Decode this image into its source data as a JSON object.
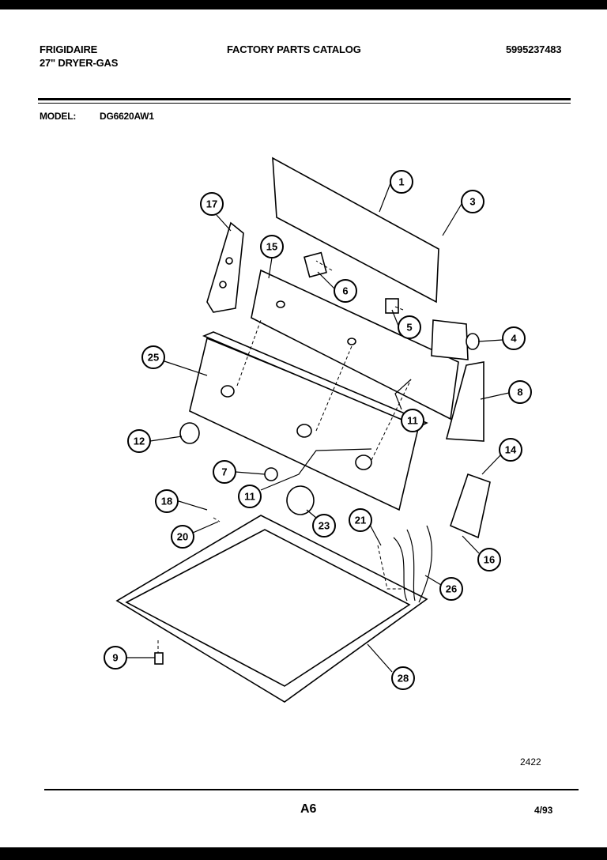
{
  "header": {
    "brand": "FRIGIDAIRE",
    "product": "27\" DRYER-GAS",
    "catalog_title": "FACTORY PARTS CATALOG",
    "catalog_number": "5995237483",
    "model_label": "MODEL:",
    "model_value": "DG6620AW1"
  },
  "callouts": {
    "c1": "1",
    "c3": "3",
    "c4": "4",
    "c5": "5",
    "c6": "6",
    "c7": "7",
    "c8": "8",
    "c9": "9",
    "c11a": "11",
    "c11b": "11",
    "c12": "12",
    "c14": "14",
    "c15": "15",
    "c16": "16",
    "c17": "17",
    "c18": "18",
    "c20": "20",
    "c21": "21",
    "c23": "23",
    "c25": "25",
    "c26": "26",
    "c28": "28"
  },
  "footer": {
    "figure_number": "2422",
    "page": "A6",
    "date": "4/93"
  }
}
